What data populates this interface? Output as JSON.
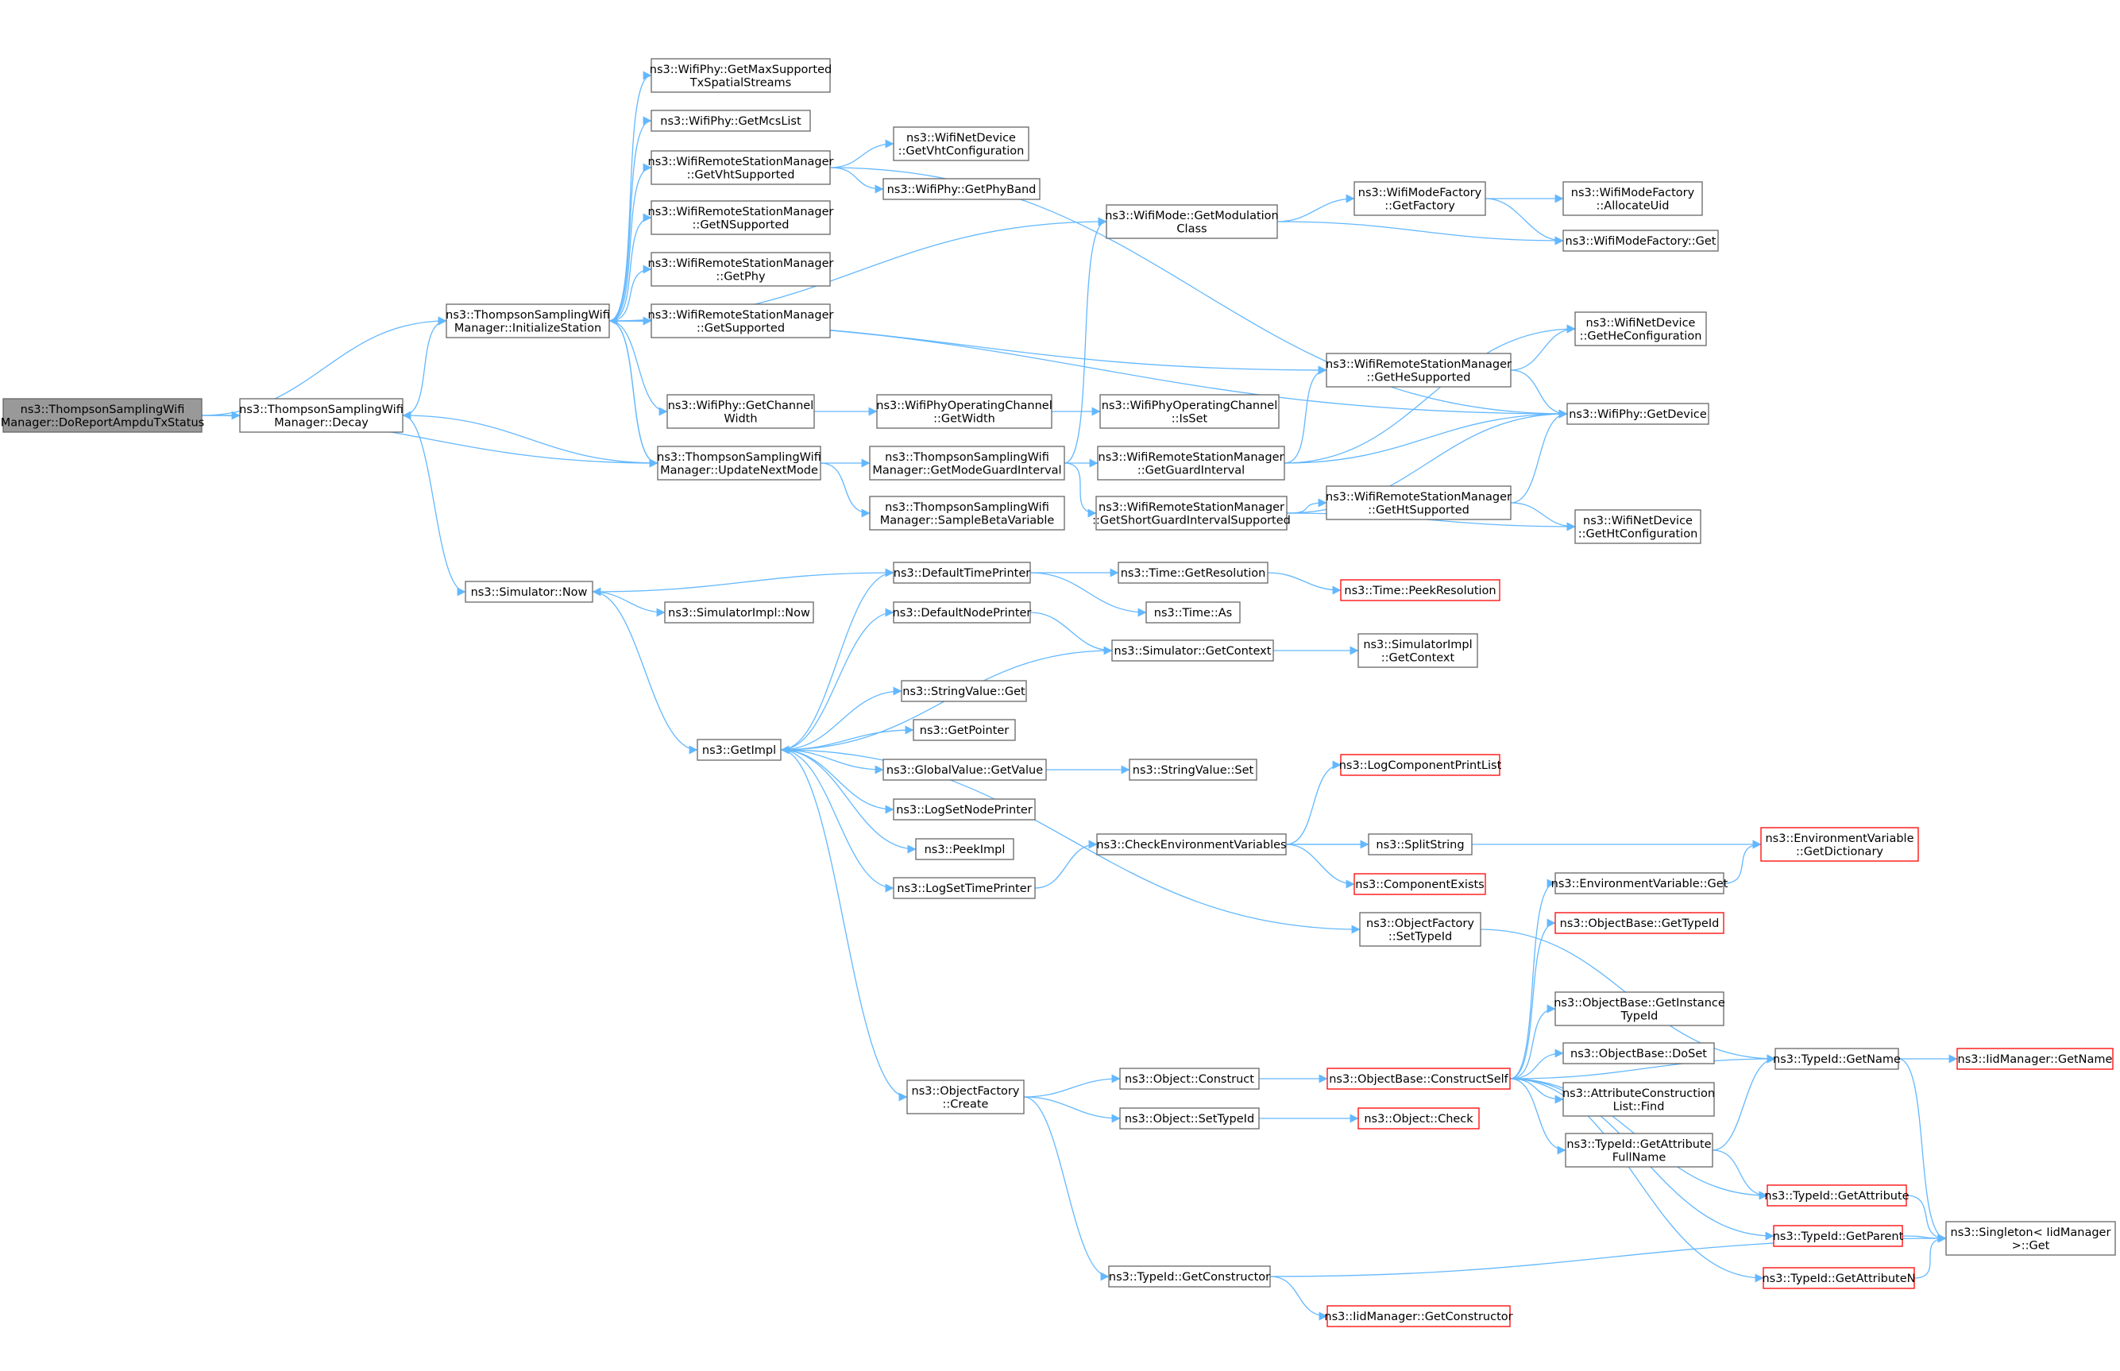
{
  "colors": {
    "edge": "#63b8ff",
    "node_border": "#666666",
    "node_fill": "#ffffff",
    "root_fill": "#999999",
    "truncated_border": "#ff0000",
    "text": "#000000"
  },
  "nodes": [
    {
      "id": "n0",
      "lines": [
        "ns3::ThompsonSamplingWifi",
        "Manager::DoReportAmpduTxStatus"
      ],
      "root": true
    },
    {
      "id": "n1",
      "lines": [
        "ns3::ThompsonSamplingWifi",
        "Manager::Decay"
      ]
    },
    {
      "id": "n2",
      "lines": [
        "ns3::ThompsonSamplingWifi",
        "Manager::InitializeStation"
      ]
    },
    {
      "id": "n3",
      "lines": [
        "ns3::ThompsonSamplingWifi",
        "Manager::UpdateNextMode"
      ]
    },
    {
      "id": "n4",
      "lines": [
        "ns3::Simulator::Now"
      ]
    },
    {
      "id": "n5",
      "lines": [
        "ns3::WifiPhy::GetMaxSupported",
        "TxSpatialStreams"
      ]
    },
    {
      "id": "n6",
      "lines": [
        "ns3::WifiPhy::GetMcsList"
      ]
    },
    {
      "id": "n7",
      "lines": [
        "ns3::WifiRemoteStationManager",
        "::GetVhtSupported"
      ]
    },
    {
      "id": "n8",
      "lines": [
        "ns3::WifiRemoteStationManager",
        "::GetNSupported"
      ]
    },
    {
      "id": "n9",
      "lines": [
        "ns3::WifiRemoteStationManager",
        "::GetPhy"
      ]
    },
    {
      "id": "n10",
      "lines": [
        "ns3::WifiRemoteStationManager",
        "::GetSupported"
      ]
    },
    {
      "id": "n11",
      "lines": [
        "ns3::WifiPhy::GetChannel",
        "Width"
      ]
    },
    {
      "id": "n12",
      "lines": [
        "ns3::SimulatorImpl::Now"
      ]
    },
    {
      "id": "n13",
      "lines": [
        "ns3::GetImpl"
      ]
    },
    {
      "id": "n14",
      "lines": [
        "ns3::WifiNetDevice",
        "::GetVhtConfiguration"
      ]
    },
    {
      "id": "n15",
      "lines": [
        "ns3::WifiPhy::GetPhyBand"
      ]
    },
    {
      "id": "n16",
      "lines": [
        "ns3::WifiPhyOperatingChannel",
        "::GetWidth"
      ]
    },
    {
      "id": "n17",
      "lines": [
        "ns3::ThompsonSamplingWifi",
        "Manager::GetModeGuardInterval"
      ]
    },
    {
      "id": "n18",
      "lines": [
        "ns3::ThompsonSamplingWifi",
        "Manager::SampleBetaVariable"
      ]
    },
    {
      "id": "n19",
      "lines": [
        "ns3::DefaultTimePrinter"
      ]
    },
    {
      "id": "n20",
      "lines": [
        "ns3::DefaultNodePrinter"
      ]
    },
    {
      "id": "n21",
      "lines": [
        "ns3::StringValue::Get"
      ]
    },
    {
      "id": "n22",
      "lines": [
        "ns3::GetPointer"
      ]
    },
    {
      "id": "n23",
      "lines": [
        "ns3::GlobalValue::GetValue"
      ]
    },
    {
      "id": "n24",
      "lines": [
        "ns3::LogSetNodePrinter"
      ]
    },
    {
      "id": "n25",
      "lines": [
        "ns3::PeekImpl"
      ]
    },
    {
      "id": "n26",
      "lines": [
        "ns3::LogSetTimePrinter"
      ]
    },
    {
      "id": "n27",
      "lines": [
        "ns3::ObjectFactory",
        "::Create"
      ]
    },
    {
      "id": "n28",
      "lines": [
        "ns3::WifiMode::GetModulation",
        "Class"
      ]
    },
    {
      "id": "n29",
      "lines": [
        "ns3::WifiPhyOperatingChannel",
        "::IsSet"
      ]
    },
    {
      "id": "n30",
      "lines": [
        "ns3::WifiRemoteStationManager",
        "::GetGuardInterval"
      ]
    },
    {
      "id": "n31",
      "lines": [
        "ns3::WifiRemoteStationManager",
        "::GetShortGuardIntervalSupported"
      ]
    },
    {
      "id": "n32",
      "lines": [
        "ns3::Time::GetResolution"
      ]
    },
    {
      "id": "n33",
      "lines": [
        "ns3::Time::As"
      ]
    },
    {
      "id": "n34",
      "lines": [
        "ns3::Simulator::GetContext"
      ]
    },
    {
      "id": "n35",
      "lines": [
        "ns3::StringValue::Set"
      ]
    },
    {
      "id": "n36",
      "lines": [
        "ns3::CheckEnvironmentVariables"
      ]
    },
    {
      "id": "n37",
      "lines": [
        "ns3::Object::Construct"
      ]
    },
    {
      "id": "n38",
      "lines": [
        "ns3::Object::SetTypeId"
      ]
    },
    {
      "id": "n39",
      "lines": [
        "ns3::TypeId::GetConstructor"
      ]
    },
    {
      "id": "n40",
      "lines": [
        "ns3::WifiModeFactory",
        "::GetFactory"
      ]
    },
    {
      "id": "n41",
      "lines": [
        "ns3::WifiRemoteStationManager",
        "::GetHeSupported"
      ]
    },
    {
      "id": "n42",
      "lines": [
        "ns3::WifiRemoteStationManager",
        "::GetHtSupported"
      ]
    },
    {
      "id": "n43",
      "lines": [
        "ns3::Time::PeekResolution"
      ],
      "truncated": true
    },
    {
      "id": "n44",
      "lines": [
        "ns3::SimulatorImpl",
        "::GetContext"
      ]
    },
    {
      "id": "n45",
      "lines": [
        "ns3::LogComponentPrintList"
      ],
      "truncated": true
    },
    {
      "id": "n46",
      "lines": [
        "ns3::SplitString"
      ]
    },
    {
      "id": "n47",
      "lines": [
        "ns3::ComponentExists"
      ],
      "truncated": true
    },
    {
      "id": "n48",
      "lines": [
        "ns3::ObjectFactory",
        "::SetTypeId"
      ]
    },
    {
      "id": "n49",
      "lines": [
        "ns3::ObjectBase::ConstructSelf"
      ],
      "truncated": true
    },
    {
      "id": "n50",
      "lines": [
        "ns3::Object::Check"
      ],
      "truncated": true
    },
    {
      "id": "n51",
      "lines": [
        "ns3::IidManager::GetConstructor"
      ],
      "truncated": true
    },
    {
      "id": "n52",
      "lines": [
        "ns3::WifiModeFactory",
        "::AllocateUid"
      ]
    },
    {
      "id": "n53",
      "lines": [
        "ns3::WifiModeFactory::Get"
      ]
    },
    {
      "id": "n54",
      "lines": [
        "ns3::WifiNetDevice",
        "::GetHeConfiguration"
      ]
    },
    {
      "id": "n55",
      "lines": [
        "ns3::WifiPhy::GetDevice"
      ]
    },
    {
      "id": "n56",
      "lines": [
        "ns3::WifiNetDevice",
        "::GetHtConfiguration"
      ]
    },
    {
      "id": "n57",
      "lines": [
        "ns3::EnvironmentVariable::Get"
      ]
    },
    {
      "id": "n58",
      "lines": [
        "ns3::ObjectBase::GetTypeId"
      ],
      "truncated": true
    },
    {
      "id": "n59",
      "lines": [
        "ns3::ObjectBase::GetInstance",
        "TypeId"
      ]
    },
    {
      "id": "n60",
      "lines": [
        "ns3::ObjectBase::DoSet"
      ]
    },
    {
      "id": "n61",
      "lines": [
        "ns3::AttributeConstruction",
        "List::Find"
      ]
    },
    {
      "id": "n62",
      "lines": [
        "ns3::TypeId::GetAttribute",
        "FullName"
      ]
    },
    {
      "id": "n63",
      "lines": [
        "ns3::EnvironmentVariable",
        "::GetDictionary"
      ],
      "truncated": true
    },
    {
      "id": "n64",
      "lines": [
        "ns3::TypeId::GetName"
      ]
    },
    {
      "id": "n65",
      "lines": [
        "ns3::TypeId::GetAttribute"
      ],
      "truncated": true
    },
    {
      "id": "n66",
      "lines": [
        "ns3::TypeId::GetParent"
      ],
      "truncated": true
    },
    {
      "id": "n67",
      "lines": [
        "ns3::TypeId::GetAttributeN"
      ],
      "truncated": true
    },
    {
      "id": "n68",
      "lines": [
        "ns3::IidManager::GetName"
      ],
      "truncated": true
    },
    {
      "id": "n69",
      "lines": [
        "ns3::Singleton< IidManager",
        " >::Get"
      ]
    }
  ],
  "edges": [
    [
      "n0",
      "n1"
    ],
    [
      "n0",
      "n2"
    ],
    [
      "n0",
      "n3"
    ],
    [
      "n1",
      "n2"
    ],
    [
      "n1",
      "n4"
    ],
    [
      "n2",
      "n5"
    ],
    [
      "n2",
      "n6"
    ],
    [
      "n2",
      "n7"
    ],
    [
      "n2",
      "n8"
    ],
    [
      "n2",
      "n9"
    ],
    [
      "n2",
      "n10"
    ],
    [
      "n2",
      "n11"
    ],
    [
      "n2",
      "n3"
    ],
    [
      "n2",
      "n28"
    ],
    [
      "n2",
      "n41"
    ],
    [
      "n2",
      "n55"
    ],
    [
      "n3",
      "n1"
    ],
    [
      "n3",
      "n2"
    ],
    [
      "n3",
      "n17"
    ],
    [
      "n3",
      "n18"
    ],
    [
      "n4",
      "n12"
    ],
    [
      "n4",
      "n13"
    ],
    [
      "n7",
      "n14"
    ],
    [
      "n7",
      "n15"
    ],
    [
      "n7",
      "n55"
    ],
    [
      "n11",
      "n16"
    ],
    [
      "n16",
      "n29"
    ],
    [
      "n13",
      "n19"
    ],
    [
      "n13",
      "n20"
    ],
    [
      "n13",
      "n21"
    ],
    [
      "n13",
      "n22"
    ],
    [
      "n13",
      "n23"
    ],
    [
      "n13",
      "n24"
    ],
    [
      "n13",
      "n25"
    ],
    [
      "n13",
      "n26"
    ],
    [
      "n13",
      "n48"
    ],
    [
      "n13",
      "n27"
    ],
    [
      "n17",
      "n28"
    ],
    [
      "n17",
      "n30"
    ],
    [
      "n17",
      "n31"
    ],
    [
      "n19",
      "n32"
    ],
    [
      "n19",
      "n33"
    ],
    [
      "n19",
      "n4"
    ],
    [
      "n20",
      "n34"
    ],
    [
      "n34",
      "n13"
    ],
    [
      "n34",
      "n44"
    ],
    [
      "n23",
      "n35"
    ],
    [
      "n26",
      "n36"
    ],
    [
      "n27",
      "n37"
    ],
    [
      "n27",
      "n38"
    ],
    [
      "n27",
      "n39"
    ],
    [
      "n28",
      "n40"
    ],
    [
      "n28",
      "n53"
    ],
    [
      "n30",
      "n41"
    ],
    [
      "n30",
      "n55"
    ],
    [
      "n30",
      "n54"
    ],
    [
      "n31",
      "n42"
    ],
    [
      "n31",
      "n55"
    ],
    [
      "n31",
      "n56"
    ],
    [
      "n32",
      "n43"
    ],
    [
      "n36",
      "n45"
    ],
    [
      "n36",
      "n46"
    ],
    [
      "n36",
      "n47"
    ],
    [
      "n36",
      "n63"
    ],
    [
      "n37",
      "n49"
    ],
    [
      "n38",
      "n50"
    ],
    [
      "n39",
      "n51"
    ],
    [
      "n39",
      "n69"
    ],
    [
      "n40",
      "n52"
    ],
    [
      "n40",
      "n53"
    ],
    [
      "n41",
      "n54"
    ],
    [
      "n41",
      "n55"
    ],
    [
      "n42",
      "n55"
    ],
    [
      "n42",
      "n56"
    ],
    [
      "n48",
      "n64"
    ],
    [
      "n49",
      "n57"
    ],
    [
      "n49",
      "n58"
    ],
    [
      "n49",
      "n64"
    ],
    [
      "n49",
      "n59"
    ],
    [
      "n49",
      "n60"
    ],
    [
      "n49",
      "n61"
    ],
    [
      "n49",
      "n62"
    ],
    [
      "n49",
      "n65"
    ],
    [
      "n49",
      "n66"
    ],
    [
      "n49",
      "n67"
    ],
    [
      "n57",
      "n63"
    ],
    [
      "n62",
      "n64"
    ],
    [
      "n62",
      "n65"
    ],
    [
      "n64",
      "n68"
    ],
    [
      "n64",
      "n69"
    ],
    [
      "n65",
      "n69"
    ],
    [
      "n66",
      "n69"
    ],
    [
      "n67",
      "n69"
    ]
  ]
}
